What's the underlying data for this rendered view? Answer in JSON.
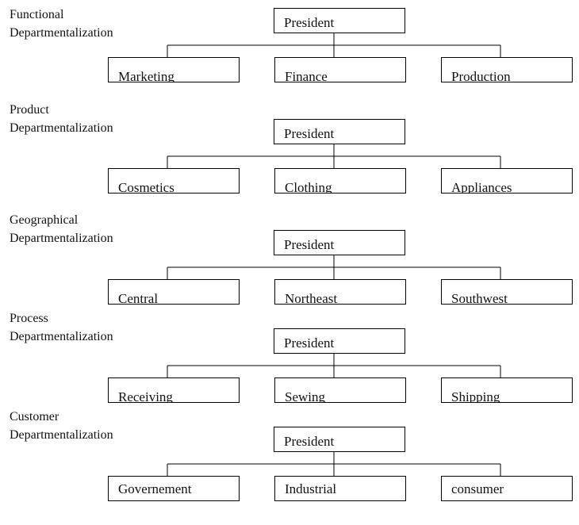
{
  "sections": [
    {
      "label": [
        "Functional",
        "Departmentalization"
      ],
      "top": "President",
      "children": [
        "Marketing",
        "Finance",
        "Production"
      ]
    },
    {
      "label": [
        "Product",
        "Departmentalization"
      ],
      "top": "President",
      "children": [
        "Cosmetics",
        "Clothing",
        "Appliances"
      ]
    },
    {
      "label": [
        "Geographical",
        "Departmentalization"
      ],
      "top": "President",
      "children": [
        "Central",
        "Northeast",
        "Southwest"
      ]
    },
    {
      "label": [
        "Process",
        "Departmentalization"
      ],
      "top": "President",
      "children": [
        "Receiving",
        "Sewing",
        "Shipping"
      ]
    },
    {
      "label": [
        "Customer",
        "Departmentalization"
      ],
      "top": "President",
      "children": [
        "Governement",
        "Industrial",
        "consumer"
      ]
    }
  ]
}
